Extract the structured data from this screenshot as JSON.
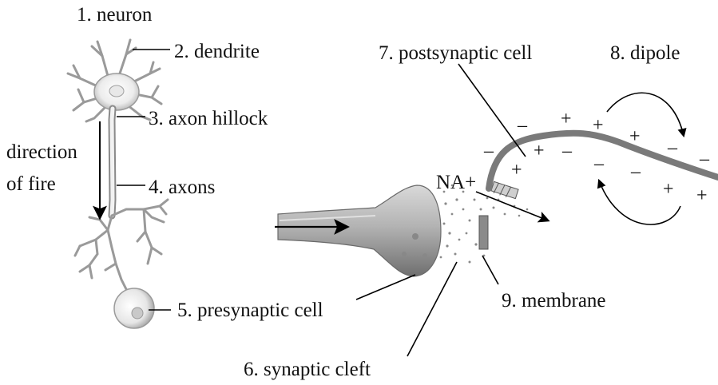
{
  "labels": {
    "neuron": "1. neuron",
    "dendrite": "2. dendrite",
    "axon_hillock": "3. axon hillock",
    "axons": "4. axons",
    "presynaptic_cell": "5. presynaptic cell",
    "synaptic_cleft": "6. synaptic cleft",
    "postsynaptic_cell": "7. postsynaptic cell",
    "dipole": "8. dipole",
    "membrane": "9. membrane",
    "direction_line1": "direction",
    "direction_line2": "of fire",
    "na_plus": "NA+"
  },
  "charges": {
    "plus": "+",
    "minus": "–"
  }
}
